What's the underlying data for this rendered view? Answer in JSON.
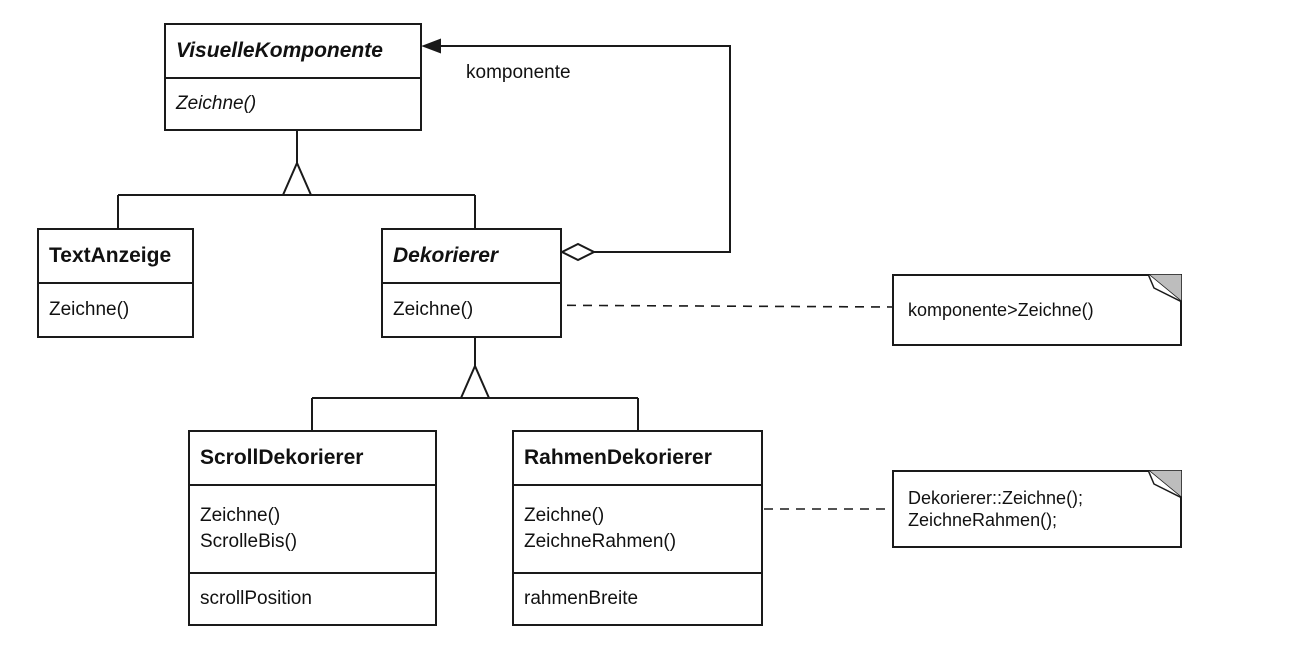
{
  "classes": {
    "visuelle_komponente": {
      "name": "VisuelleKomponente",
      "ops": [
        "Zeichne()"
      ]
    },
    "text_anzeige": {
      "name": "TextAnzeige",
      "ops": [
        "Zeichne()"
      ]
    },
    "dekorierer": {
      "name": "Dekorierer",
      "ops": [
        "Zeichne()"
      ]
    },
    "scroll_dekorierer": {
      "name": "ScrollDekorierer",
      "ops": [
        "Zeichne()",
        "ScrolleBis()"
      ],
      "attrs": [
        "scrollPosition"
      ]
    },
    "rahmen_dekorierer": {
      "name": "RahmenDekorierer",
      "ops": [
        "Zeichne()",
        "ZeichneRahmen()"
      ],
      "attrs": [
        "rahmenBreite"
      ]
    }
  },
  "association_label": "komponente",
  "notes": {
    "dekorierer_note": [
      "komponente>Zeichne()"
    ],
    "rahmen_note": [
      "Dekorierer::Zeichne();",
      "ZeichneRahmen();"
    ]
  }
}
